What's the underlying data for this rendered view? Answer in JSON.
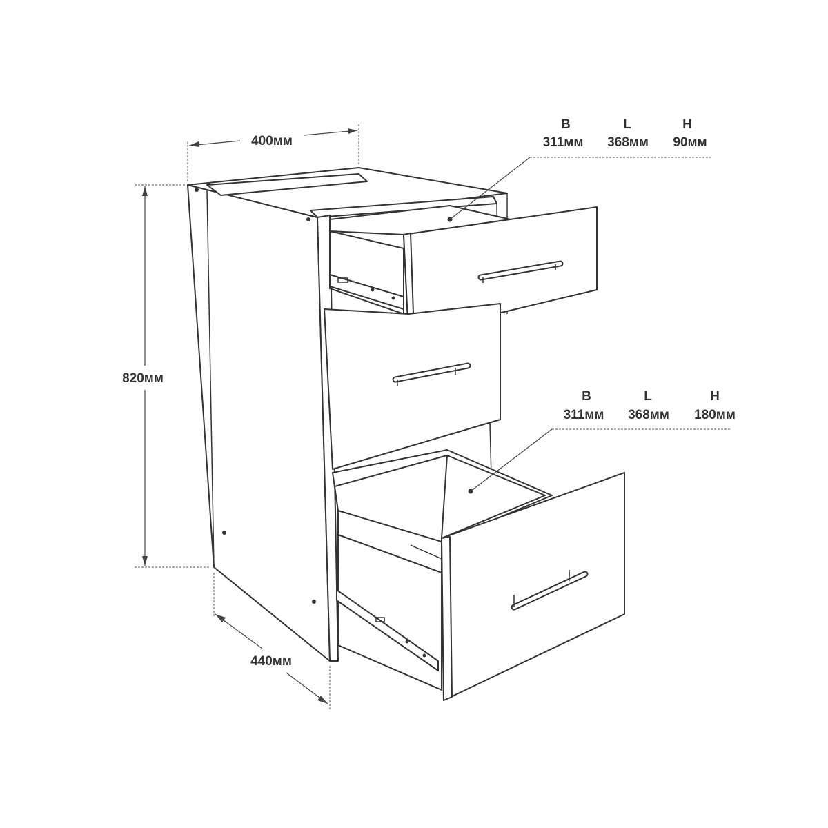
{
  "dimensions": {
    "width": "400мм",
    "height": "820мм",
    "depth": "440мм"
  },
  "drawer_specs": [
    {
      "headers": [
        "B",
        "L",
        "H"
      ],
      "values": [
        "311мм",
        "368мм",
        "90мм"
      ]
    },
    {
      "headers": [
        "B",
        "L",
        "H"
      ],
      "values": [
        "311мм",
        "368мм",
        "180мм"
      ]
    }
  ]
}
